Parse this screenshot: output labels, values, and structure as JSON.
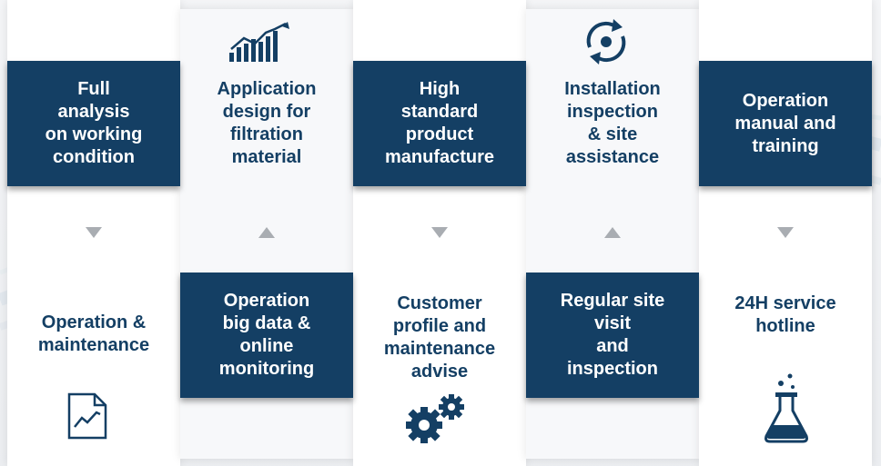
{
  "theme": {
    "navy": "#143f64",
    "arrow_gray": "#a9adb2"
  },
  "steps": [
    {
      "label": "Full\nanalysis\non working\ncondition",
      "arrow": "down"
    },
    {
      "label": "Application\ndesign for\nfiltration\nmaterial",
      "arrow": "up",
      "icon": "rising-bar-chart-icon"
    },
    {
      "label": "High\nstandard\nproduct\nmanufacture",
      "arrow": "down"
    },
    {
      "label": "Installation\ninspection\n& site\nassistance",
      "arrow": "up",
      "icon": "refresh-cycle-icon"
    },
    {
      "label": "Operation\nmanual and\ntraining",
      "arrow": "down"
    }
  ],
  "bottom": [
    {
      "label": "Operation &\nmaintenance",
      "icon": "document-chart-icon"
    },
    {
      "label": "Operation\nbig data &\nonline\nmonitoring"
    },
    {
      "label": "Customer\nprofile and\nmaintenance\nadvise",
      "icon": "gears-icon"
    },
    {
      "label": "Regular site\nvisit\nand\ninspection"
    },
    {
      "label": "24H service\nhotline",
      "icon": "lab-flask-icon"
    }
  ]
}
